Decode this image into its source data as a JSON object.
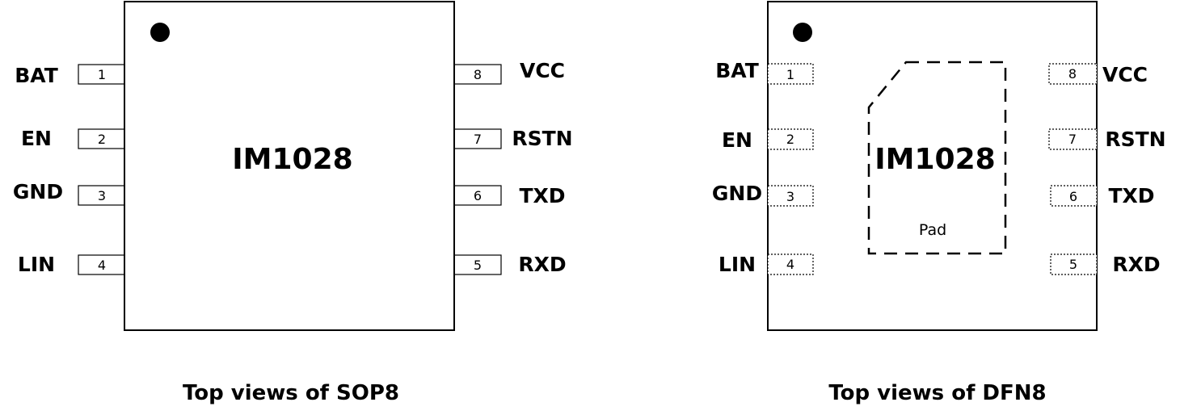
{
  "packages": [
    {
      "caption": "Top views of SOP8",
      "chip_name": "IM1028",
      "pin_style": "solid",
      "pins_left": [
        {
          "num": "1",
          "label": "BAT"
        },
        {
          "num": "2",
          "label": "EN"
        },
        {
          "num": "3",
          "label": "GND"
        },
        {
          "num": "4",
          "label": "LIN"
        }
      ],
      "pins_right": [
        {
          "num": "8",
          "label": "VCC"
        },
        {
          "num": "7",
          "label": "RSTN"
        },
        {
          "num": "6",
          "label": "TXD"
        },
        {
          "num": "5",
          "label": "RXD"
        }
      ]
    },
    {
      "caption": "Top views of DFN8",
      "chip_name": "IM1028",
      "pad_label": "Pad",
      "pin_style": "dotted",
      "pins_left": [
        {
          "num": "1",
          "label": "BAT"
        },
        {
          "num": "2",
          "label": "EN"
        },
        {
          "num": "3",
          "label": "GND"
        },
        {
          "num": "4",
          "label": "LIN"
        }
      ],
      "pins_right": [
        {
          "num": "8",
          "label": "VCC"
        },
        {
          "num": "7",
          "label": "RSTN"
        },
        {
          "num": "6",
          "label": "TXD"
        },
        {
          "num": "5",
          "label": "RXD"
        }
      ]
    }
  ]
}
